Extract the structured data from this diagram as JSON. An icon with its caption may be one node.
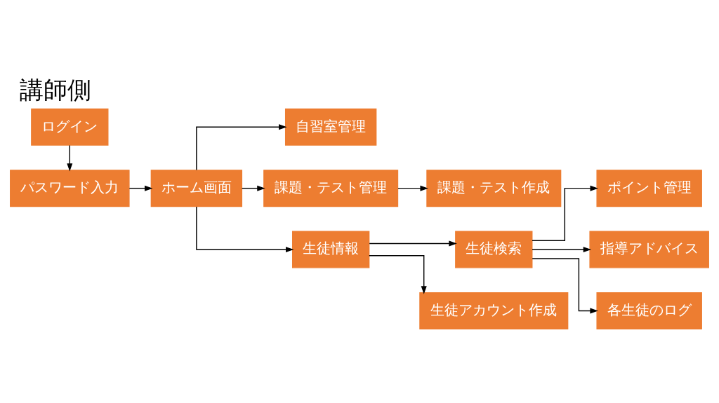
{
  "diagram": {
    "title": "講師側",
    "nodes": [
      {
        "text": [
          "ログイン"
        ]
      },
      {
        "text": [
          "パスワード入力"
        ]
      },
      {
        "text": [
          "ホーム画面"
        ]
      },
      {
        "text": [
          "自習室管理"
        ]
      },
      {
        "text": [
          "課題・テスト管理"
        ]
      },
      {
        "text": [
          "課題・テスト作成"
        ]
      },
      {
        "text": [
          "生徒情報"
        ]
      },
      {
        "text": [
          "生徒検索"
        ]
      },
      {
        "text": [
          "ポイント管理"
        ]
      },
      {
        "text": [
          "指導アドバイス"
        ]
      },
      {
        "text": [
          "各生徒のログ"
        ]
      },
      {
        "text": [
          "生徒アカウント作成"
        ]
      }
    ],
    "edges": [
      {
        "from": 0,
        "to": 1,
        "arrow": "to"
      },
      {
        "from": 1,
        "to": 2,
        "arrow": "to"
      },
      {
        "from": 2,
        "to": 3,
        "arrow": "to"
      },
      {
        "from": 2,
        "to": 4,
        "arrow": "to"
      },
      {
        "from": 2,
        "to": 6,
        "arrow": "to"
      },
      {
        "from": 4,
        "to": 5,
        "arrow": "to"
      },
      {
        "from": 6,
        "to": 7,
        "arrow": "to"
      },
      {
        "from": 6,
        "to": 11,
        "arrow": "to"
      },
      {
        "from": 7,
        "to": 8,
        "arrow": "to"
      },
      {
        "from": 7,
        "to": 9,
        "arrow": "to"
      },
      {
        "from": 7,
        "to": 10,
        "arrow": "to"
      }
    ]
  }
}
